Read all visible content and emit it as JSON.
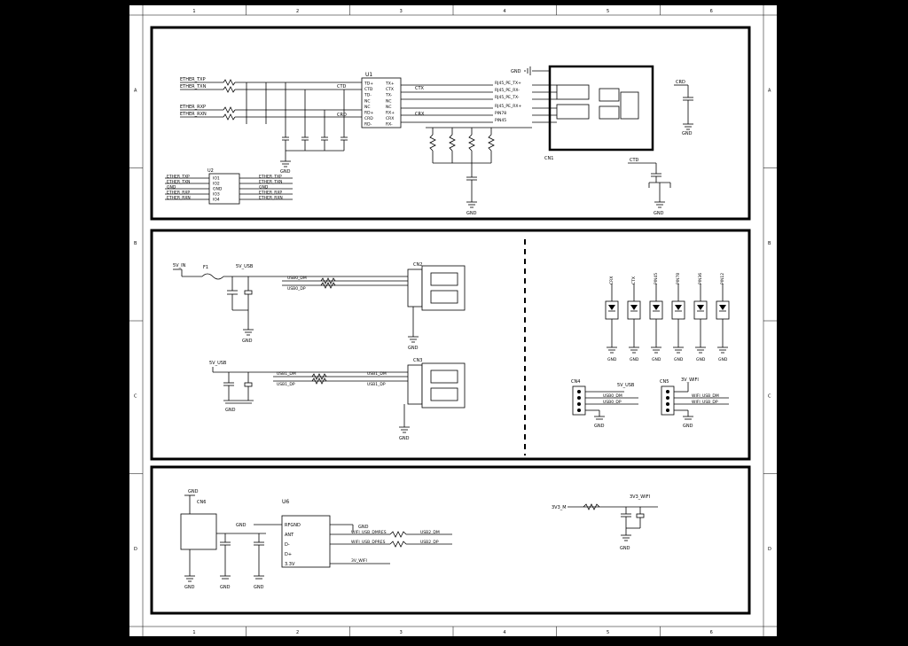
{
  "border": {
    "columns": [
      "1",
      "2",
      "3",
      "4",
      "5",
      "6"
    ],
    "rows": [
      "A",
      "B",
      "C",
      "D"
    ]
  },
  "ethernet": {
    "nets_left": [
      "ETHER_TXP",
      "ETHER_TXN",
      "ETHER_RXP",
      "ETHER_RXN"
    ],
    "ic_ref": "U1",
    "ic_pins_left": [
      "TD+",
      "CTD",
      "TD-",
      "NC",
      "NC",
      "RD+",
      "CRD",
      "RD-"
    ],
    "ic_pins_right": [
      "TX+",
      "CTX",
      "TX-",
      "NC",
      "NC",
      "RX+",
      "CRX",
      "RX-"
    ],
    "rj45_nets": [
      "RJ45_PE_TX+",
      "RJ45_PE_RX-",
      "RJ45_PE_TX-",
      "RJ45_PE_RX+",
      "PIN78",
      "PIN45"
    ],
    "rj45_ref": "CN1",
    "ctx": "CTX",
    "crx": "CRX",
    "crd": "CRD",
    "ctd": "CTD",
    "tvs_ref": "U2",
    "tvs_pins": [
      "IO1",
      "IO2",
      "GND",
      "IO3",
      "IO4"
    ],
    "tvs_left": [
      "ETHER_TXP",
      "ETHER_TXN",
      "GND",
      "ETHER_RXP",
      "ETHER_RXN"
    ],
    "tvs_right": [
      "ETHER_TXP",
      "ETHER_TXN",
      "GND",
      "ETHER_RXP",
      "ETHER_RXN"
    ]
  },
  "usb": {
    "vin": "5V_IN",
    "vusb": "5V_USB",
    "fuse": "F1",
    "cn_top": "CN2",
    "cn_bot": "CN3",
    "usb0_nets": [
      "USB0_DM",
      "USB0_DP"
    ],
    "usb1_nets": [
      "USB1_DM",
      "USB1_DP"
    ],
    "wifi_nets": [
      "WIFI_USB_DM",
      "WIFI_USB_DP"
    ],
    "header_refs": [
      "CN4",
      "CN5"
    ],
    "esd_nets": [
      "CRX",
      "CTX",
      "PIN45",
      "PIN78",
      "PIN36",
      "PIN12"
    ],
    "three_v_wifi": "3V_WIFI"
  },
  "wifi": {
    "module_ref": "U6",
    "antenna_ref": "CN6",
    "pins": [
      "RFGND",
      "ANT",
      "D-",
      "D+",
      "3.3V"
    ],
    "right_pins": [
      "GND"
    ],
    "nets": [
      "WIFI_USB_DMRES",
      "WIFI_USB_DPRES",
      "USB2_DM",
      "USB2_DP",
      "3V_WIFI"
    ],
    "rail": "3V3_WIFI",
    "vin": "3V3_M"
  },
  "labels": {
    "gnd": "GND"
  }
}
